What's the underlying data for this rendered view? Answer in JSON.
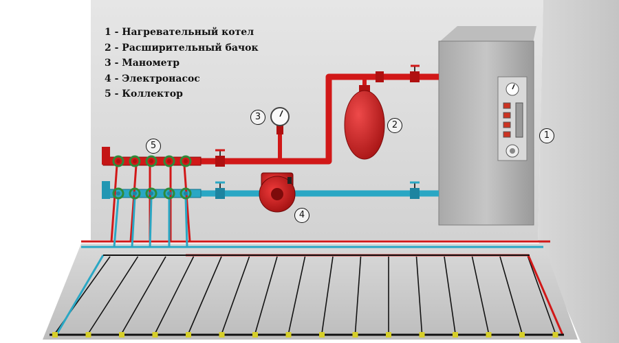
{
  "legend": {
    "items": [
      "1 - Нагревательный котел",
      "2 - Расширительный бачок",
      "3 - Манометр",
      "4 - Электронасос",
      "5 - Коллектор"
    ]
  },
  "callouts": {
    "boiler": "1",
    "expansion_tank": "2",
    "manometer": "3",
    "pump": "4",
    "collector": "5"
  },
  "colors": {
    "supply_pipe": "#d11818",
    "return_pipe": "#2aa7c4",
    "valve_green": "#2e8b3a",
    "floor": "#c9c9c9",
    "wall": "#dddddd",
    "floor_tube": "#111111",
    "floor_tube_joint": "#d6cf2a"
  },
  "icons": {
    "boiler": "boiler-icon",
    "tank": "expansion-tank-icon",
    "gauge": "pressure-gauge-icon",
    "pump": "circulation-pump-icon",
    "valve": "valve-icon"
  }
}
